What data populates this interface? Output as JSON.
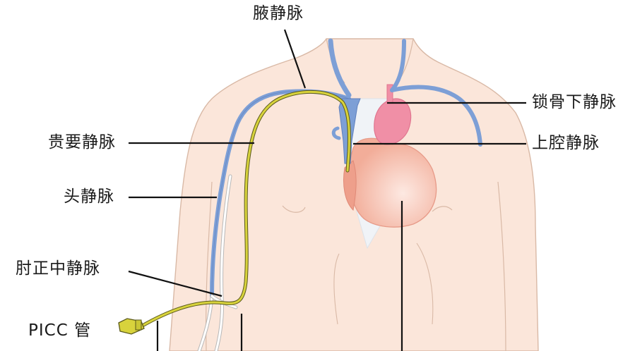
{
  "labels": {
    "axillary_vein": "腋静脉",
    "subclavian_vein": "锁骨下静脉",
    "basilic_vein": "贵要静脉",
    "superior_vena_cava": "上腔静脉",
    "cephalic_vein": "头静脉",
    "median_cubital_vein": "肘正中静脉",
    "picc_tube": "PICC 管"
  },
  "colors": {
    "skin": "#fbe6da",
    "skin_outline": "#d9b9a6",
    "vein": "#7d9fd6",
    "vein_dark": "#5f80bd",
    "catheter": "#c9c634",
    "catheter_dark": "#5b5a1c",
    "heart": "#f3b3a0",
    "heart_highlight": "#fbe2d9",
    "aorta": "#f08fa6",
    "leader_line": "#111111"
  }
}
